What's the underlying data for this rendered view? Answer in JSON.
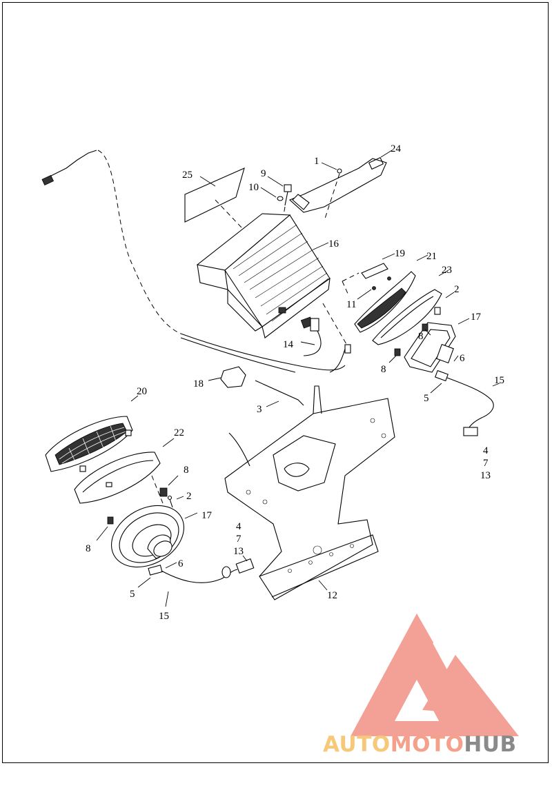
{
  "brand": {
    "part1": "AUTO",
    "part2": "MOTO",
    "part3": "HUB",
    "colors": {
      "auto": "#f6c97a",
      "moto": "#f5a08a",
      "hub": "#8a8a8a",
      "logo": "#f39b92"
    }
  },
  "callouts": [
    {
      "id": "c1",
      "text": "1"
    },
    {
      "id": "c24",
      "text": "24"
    },
    {
      "id": "c25",
      "text": "25"
    },
    {
      "id": "c9",
      "text": "9"
    },
    {
      "id": "c10",
      "text": "10"
    },
    {
      "id": "c16",
      "text": "16"
    },
    {
      "id": "c19",
      "text": "19"
    },
    {
      "id": "c21",
      "text": "21"
    },
    {
      "id": "c23",
      "text": "23"
    },
    {
      "id": "c2a",
      "text": "2"
    },
    {
      "id": "c11",
      "text": "11"
    },
    {
      "id": "c17a",
      "text": "17"
    },
    {
      "id": "c8a",
      "text": "8"
    },
    {
      "id": "c8b",
      "text": "8"
    },
    {
      "id": "c14",
      "text": "14"
    },
    {
      "id": "c6a",
      "text": "6"
    },
    {
      "id": "c18",
      "text": "18"
    },
    {
      "id": "c15a",
      "text": "15"
    },
    {
      "id": "c5a",
      "text": "5"
    },
    {
      "id": "c3",
      "text": "3"
    },
    {
      "id": "c20",
      "text": "20"
    },
    {
      "id": "c4a",
      "text": "4"
    },
    {
      "id": "c7a",
      "text": "7"
    },
    {
      "id": "c13a",
      "text": "13"
    },
    {
      "id": "c22",
      "text": "22"
    },
    {
      "id": "c8c",
      "text": "8"
    },
    {
      "id": "c2b",
      "text": "2"
    },
    {
      "id": "c17b",
      "text": "17"
    },
    {
      "id": "c4b",
      "text": "4"
    },
    {
      "id": "c7b",
      "text": "7"
    },
    {
      "id": "c13b",
      "text": "13"
    },
    {
      "id": "c8d",
      "text": "8"
    },
    {
      "id": "c6b",
      "text": "6"
    },
    {
      "id": "c5b",
      "text": "5"
    },
    {
      "id": "c12",
      "text": "12"
    },
    {
      "id": "c15b",
      "text": "15"
    }
  ]
}
